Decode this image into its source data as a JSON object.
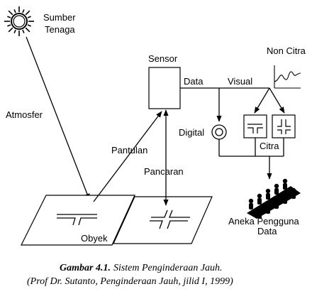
{
  "labels": {
    "sun": [
      "Sumber",
      "Tenaga"
    ],
    "atmosfer": "Atmosfer",
    "sensor": "Sensor",
    "data": "Data",
    "visual": "Visual",
    "non_citra": "Non Citra",
    "digital": "Digital",
    "citra": "Citra",
    "pantulan": "Pantulan",
    "pancaran": "Pancaran",
    "obyek": "Obyek",
    "users": [
      "Aneka Pengguna",
      "Data"
    ]
  },
  "caption": {
    "number": "Gambar 4.1.",
    "title": "Sistem Penginderaan Jauh.",
    "source": "(Prof Dr. Sutanto, Penginderaan Jauh, jilid I, 1999)"
  }
}
